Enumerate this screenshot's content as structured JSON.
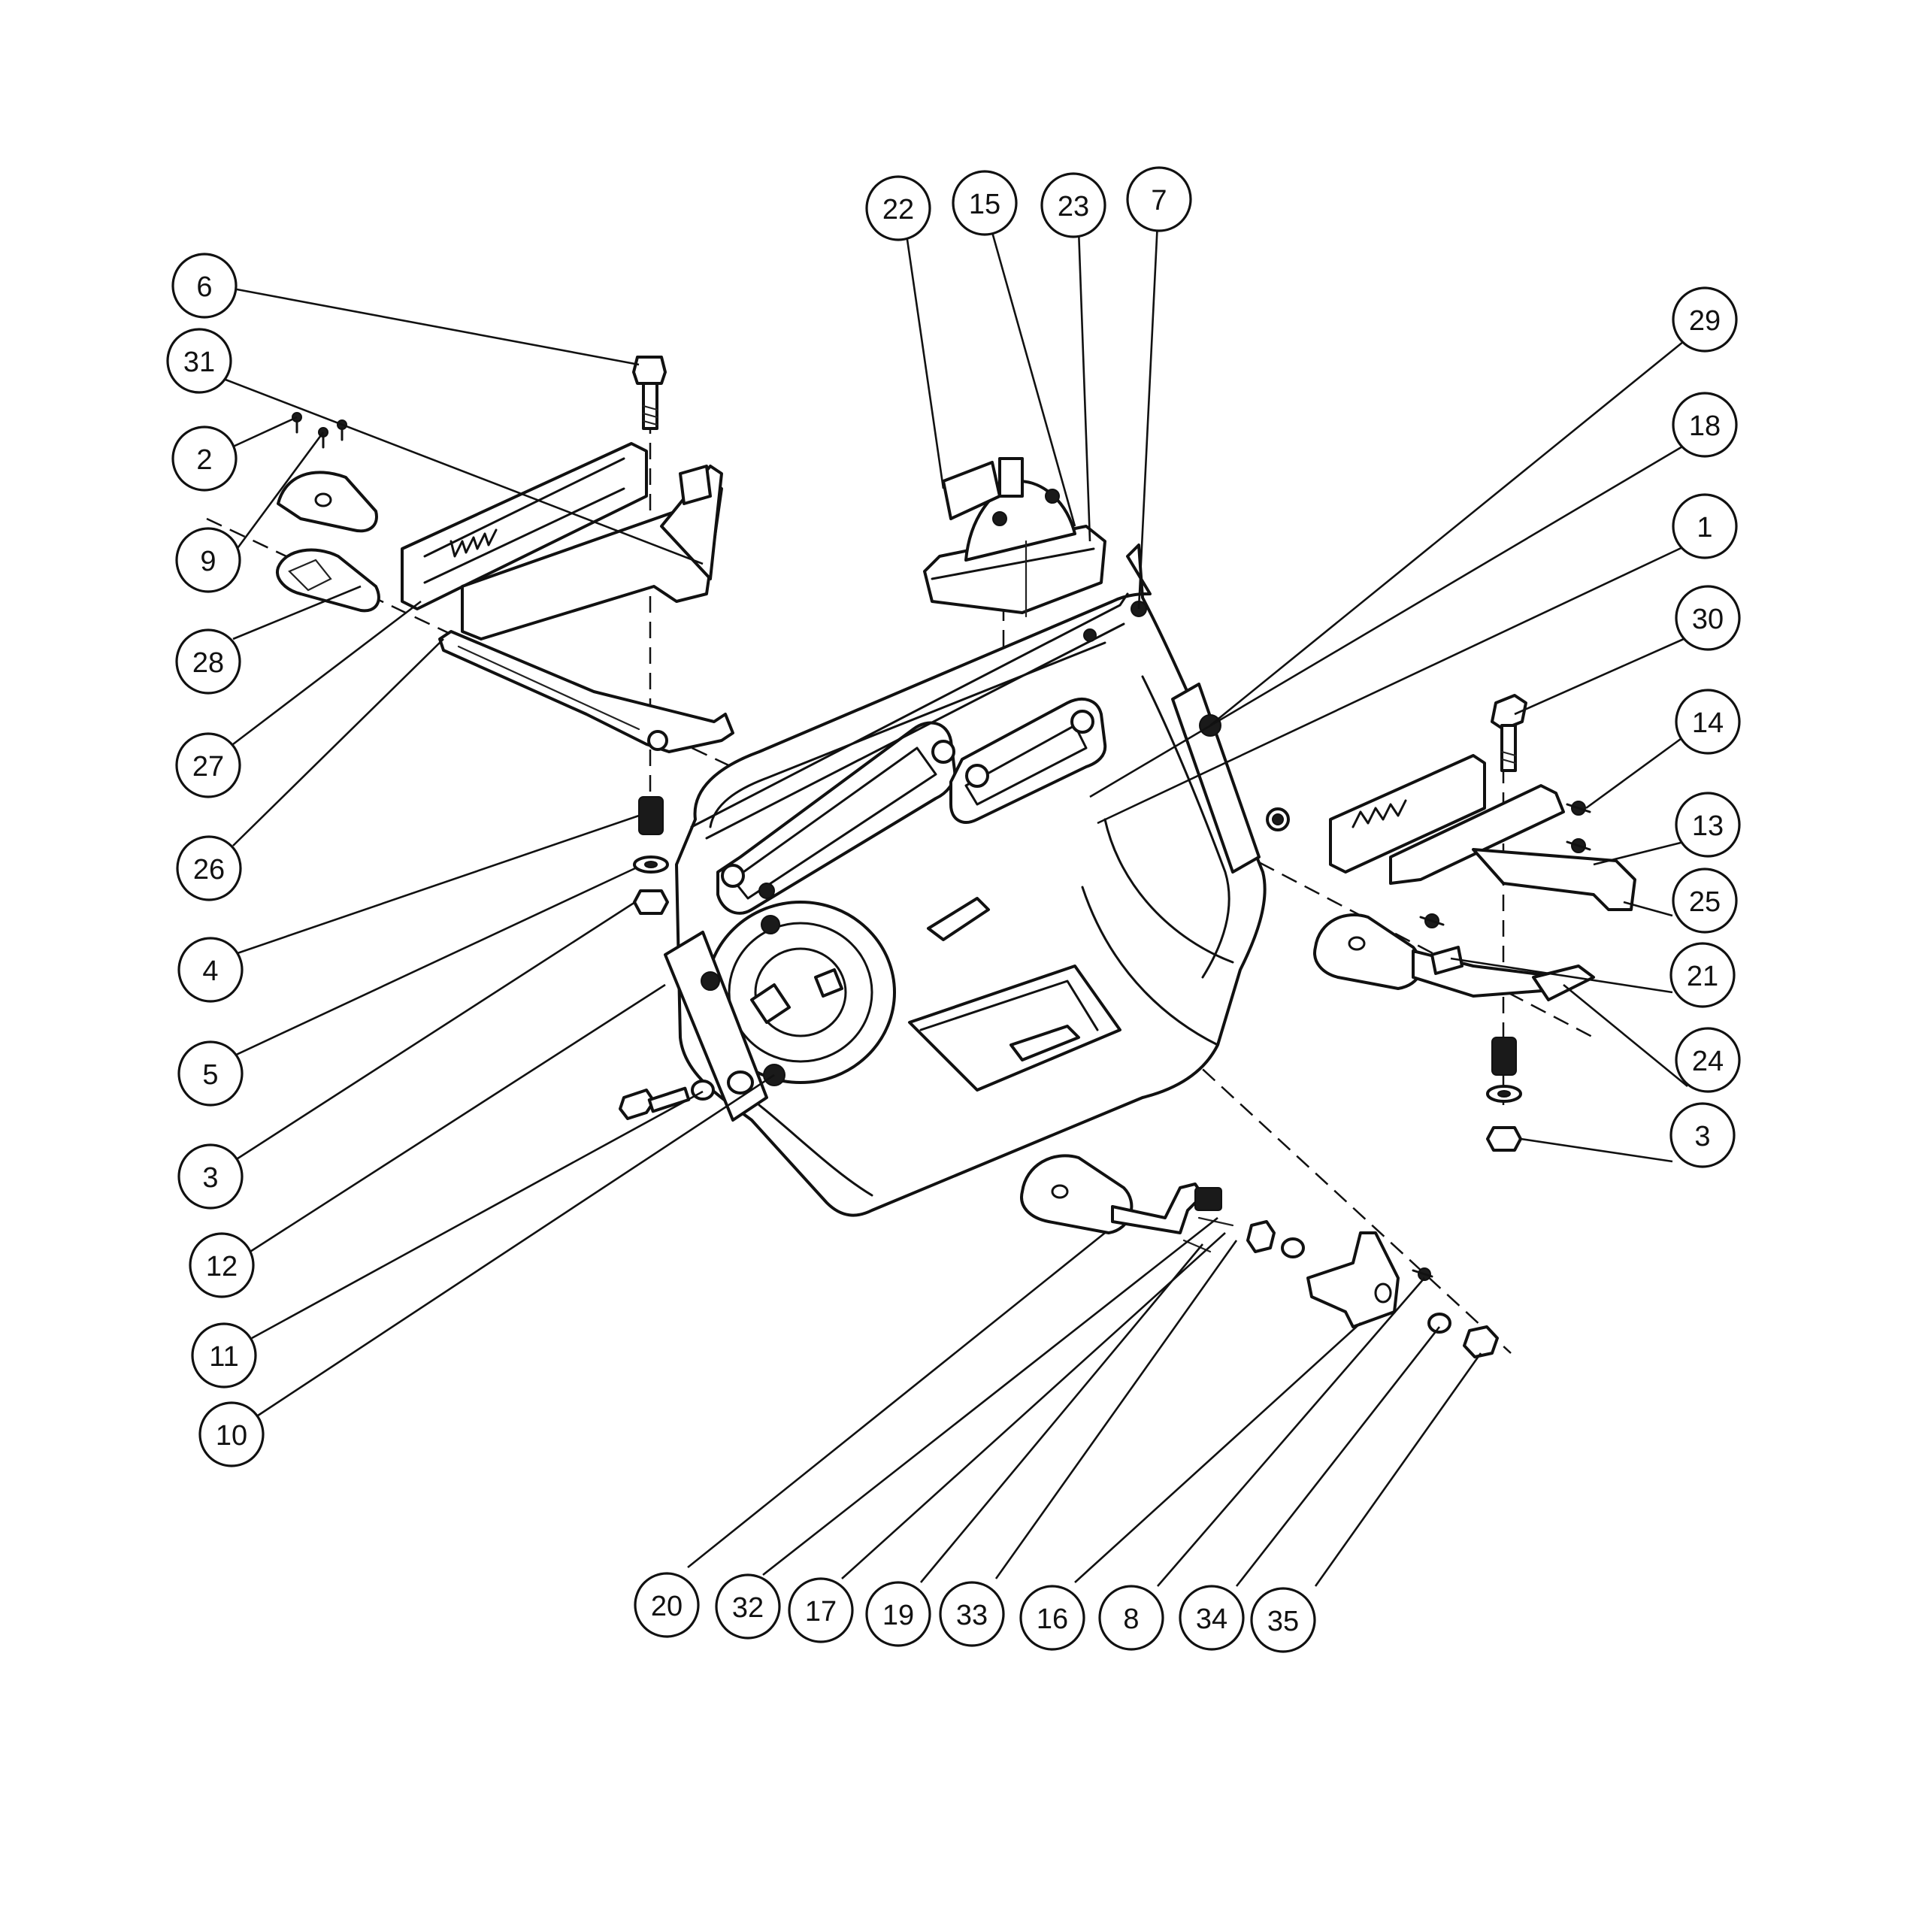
{
  "diagram": {
    "type": "exploded-parts-diagram",
    "callouts": [
      {
        "id": "c-22",
        "label": "22"
      },
      {
        "id": "c-15",
        "label": "15"
      },
      {
        "id": "c-23",
        "label": "23"
      },
      {
        "id": "c-7",
        "label": "7"
      },
      {
        "id": "c-6",
        "label": "6"
      },
      {
        "id": "c-31",
        "label": "31"
      },
      {
        "id": "c-2",
        "label": "2"
      },
      {
        "id": "c-9",
        "label": "9"
      },
      {
        "id": "c-28",
        "label": "28"
      },
      {
        "id": "c-27",
        "label": "27"
      },
      {
        "id": "c-26",
        "label": "26"
      },
      {
        "id": "c-4",
        "label": "4"
      },
      {
        "id": "c-5",
        "label": "5"
      },
      {
        "id": "c-3a",
        "label": "3"
      },
      {
        "id": "c-12",
        "label": "12"
      },
      {
        "id": "c-11",
        "label": "11"
      },
      {
        "id": "c-10",
        "label": "10"
      },
      {
        "id": "c-29",
        "label": "29"
      },
      {
        "id": "c-18",
        "label": "18"
      },
      {
        "id": "c-1",
        "label": "1"
      },
      {
        "id": "c-30",
        "label": "30"
      },
      {
        "id": "c-14",
        "label": "14"
      },
      {
        "id": "c-13",
        "label": "13"
      },
      {
        "id": "c-25",
        "label": "25"
      },
      {
        "id": "c-21",
        "label": "21"
      },
      {
        "id": "c-24",
        "label": "24"
      },
      {
        "id": "c-3b",
        "label": "3"
      },
      {
        "id": "c-20",
        "label": "20"
      },
      {
        "id": "c-32",
        "label": "32"
      },
      {
        "id": "c-17",
        "label": "17"
      },
      {
        "id": "c-19",
        "label": "19"
      },
      {
        "id": "c-33",
        "label": "33"
      },
      {
        "id": "c-16",
        "label": "16"
      },
      {
        "id": "c-8",
        "label": "8"
      },
      {
        "id": "c-34",
        "label": "34"
      },
      {
        "id": "c-35",
        "label": "35"
      }
    ]
  }
}
